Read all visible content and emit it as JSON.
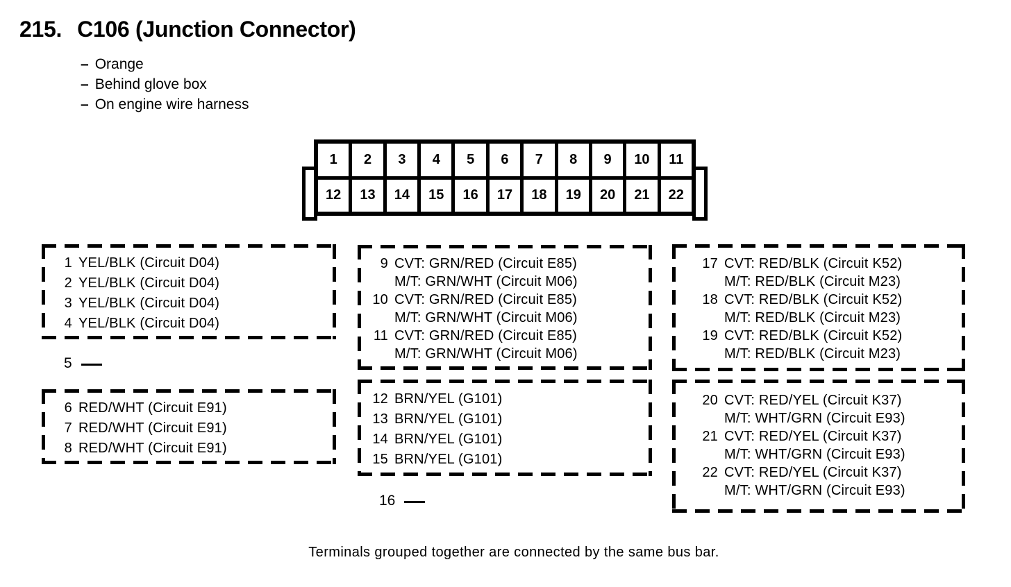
{
  "header": {
    "item_number": "215.",
    "title": "C106 (Junction Connector)",
    "note_dash": "–",
    "notes": [
      "Orange",
      "Behind glove box",
      "On engine wire harness"
    ]
  },
  "connector": {
    "pins": [
      "1",
      "2",
      "3",
      "4",
      "5",
      "6",
      "7",
      "8",
      "9",
      "10",
      "11",
      "12",
      "13",
      "14",
      "15",
      "16",
      "17",
      "18",
      "19",
      "20",
      "21",
      "22"
    ]
  },
  "groups": [
    {
      "entries": [
        {
          "pin": "1",
          "lines": [
            "YEL/BLK (Circuit D04)"
          ]
        },
        {
          "pin": "2",
          "lines": [
            "YEL/BLK (Circuit D04)"
          ]
        },
        {
          "pin": "3",
          "lines": [
            "YEL/BLK (Circuit D04)"
          ]
        },
        {
          "pin": "4",
          "lines": [
            "YEL/BLK (Circuit D04)"
          ]
        }
      ]
    },
    {
      "entries": [
        {
          "pin": "6",
          "lines": [
            "RED/WHT (Circuit E91)"
          ]
        },
        {
          "pin": "7",
          "lines": [
            "RED/WHT (Circuit E91)"
          ]
        },
        {
          "pin": "8",
          "lines": [
            "RED/WHT (Circuit E91)"
          ]
        }
      ]
    },
    {
      "entries": [
        {
          "pin": "9",
          "lines": [
            "CVT: GRN/RED (Circuit E85)",
            "M/T: GRN/WHT (Circuit M06)"
          ]
        },
        {
          "pin": "10",
          "lines": [
            "CVT: GRN/RED (Circuit E85)",
            "M/T: GRN/WHT (Circuit M06)"
          ]
        },
        {
          "pin": "11",
          "lines": [
            "CVT: GRN/RED (Circuit E85)",
            "M/T: GRN/WHT (Circuit M06)"
          ]
        }
      ]
    },
    {
      "entries": [
        {
          "pin": "12",
          "lines": [
            "BRN/YEL (G101)"
          ]
        },
        {
          "pin": "13",
          "lines": [
            "BRN/YEL (G101)"
          ]
        },
        {
          "pin": "14",
          "lines": [
            "BRN/YEL (G101)"
          ]
        },
        {
          "pin": "15",
          "lines": [
            "BRN/YEL (G101)"
          ]
        }
      ]
    },
    {
      "entries": [
        {
          "pin": "17",
          "lines": [
            "CVT: RED/BLK (Circuit K52)",
            "M/T: RED/BLK (Circuit M23)"
          ]
        },
        {
          "pin": "18",
          "lines": [
            "CVT: RED/BLK (Circuit K52)",
            "M/T: RED/BLK (Circuit M23)"
          ]
        },
        {
          "pin": "19",
          "lines": [
            "CVT: RED/BLK (Circuit K52)",
            "M/T: RED/BLK (Circuit M23)"
          ]
        }
      ]
    },
    {
      "entries": [
        {
          "pin": "20",
          "lines": [
            "CVT: RED/YEL (Circuit K37)",
            "M/T: WHT/GRN (Circuit E93)"
          ]
        },
        {
          "pin": "21",
          "lines": [
            "CVT: RED/YEL (Circuit K37)",
            "M/T: WHT/GRN (Circuit E93)"
          ]
        },
        {
          "pin": "22",
          "lines": [
            "CVT: RED/YEL (Circuit K37)",
            "M/T: WHT/GRN (Circuit E93)"
          ]
        }
      ]
    }
  ],
  "unconnected": [
    {
      "pin": "5"
    },
    {
      "pin": "16"
    }
  ],
  "footer": {
    "note": "Terminals grouped together are connected by the same bus bar."
  },
  "colors": {
    "ink": "#000000",
    "background": "#ffffff"
  }
}
